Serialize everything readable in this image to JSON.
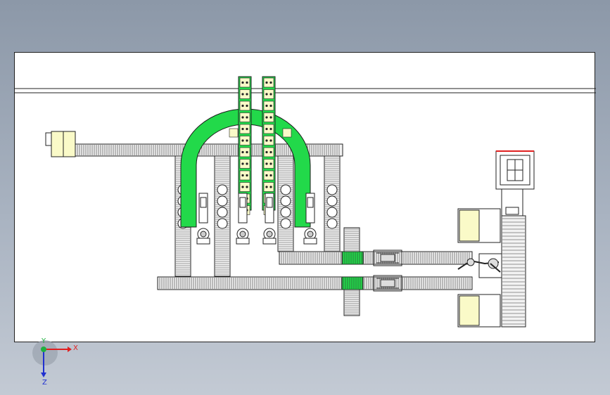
{
  "viewport": {
    "background": "#ffffff",
    "border_color": "#202020",
    "line_color": "#1a1a1a",
    "conveyor_fill": "#f2f2f2",
    "accent_green": "#22d94a",
    "accent_yellow": "#fafac8",
    "gripper_red": "#e02020"
  },
  "triad": {
    "x_label": "X",
    "y_label": "Y",
    "z_label": "Z",
    "x_color": "#e02020",
    "y_color": "#20b040",
    "z_color": "#2030d0"
  },
  "parts": {
    "feeder_lines": 4,
    "robot_cells": 2,
    "pallet_stations": 2
  }
}
